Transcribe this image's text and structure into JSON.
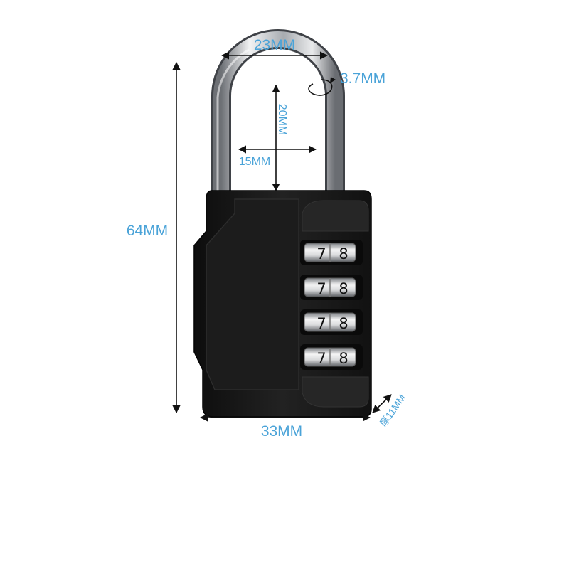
{
  "product": {
    "name": "",
    "dial_digits": [
      [
        "7",
        "8"
      ],
      [
        "7",
        "8"
      ],
      [
        "7",
        "8"
      ],
      [
        "7",
        "8"
      ]
    ]
  },
  "dimensions": {
    "shackle_width": "23MM",
    "shackle_diameter": "3.7MM",
    "shackle_height": "20MM",
    "shackle_inner": "15MM",
    "total_height": "64MM",
    "body_width": "33MM",
    "thickness": "厚11MM"
  },
  "colors": {
    "dimension_text": "#4aa3d8",
    "arrow": "#111111",
    "body": "#1a1a1a",
    "shackle": "#c9ccd0"
  }
}
